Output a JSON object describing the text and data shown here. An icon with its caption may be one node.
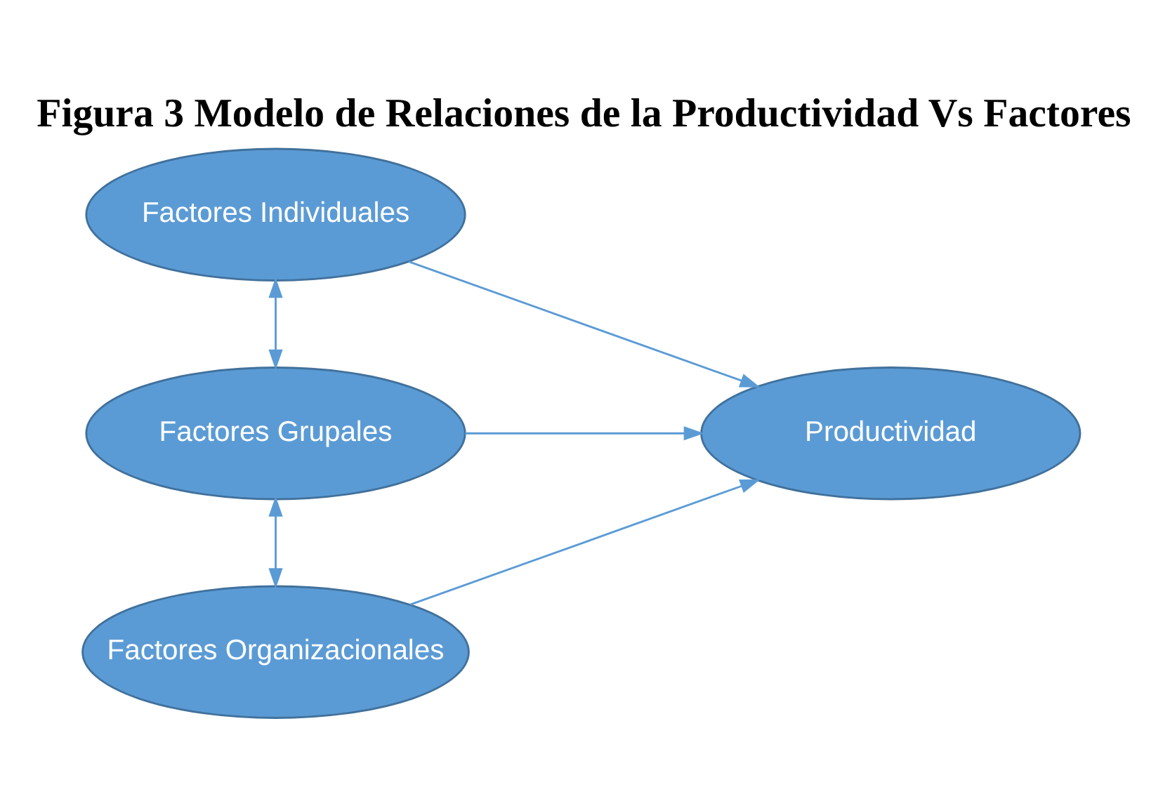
{
  "diagram": {
    "title": "Figura 3 Modelo de Relaciones de la Productividad Vs Factores",
    "nodes": [
      {
        "text": [
          "Factores Individuales"
        ]
      },
      {
        "text": [
          "Factores Grupales"
        ]
      },
      {
        "text": [
          "Factores Organizacionales"
        ]
      },
      {
        "text": [
          "Productividad"
        ]
      }
    ],
    "edges": [
      {
        "from": 0,
        "to": 3,
        "arrow": "to"
      },
      {
        "from": 1,
        "to": 3,
        "arrow": "to"
      },
      {
        "from": 2,
        "to": 3,
        "arrow": "to"
      },
      {
        "from": 0,
        "to": 1,
        "arrow": "both"
      },
      {
        "from": 1,
        "to": 2,
        "arrow": "both"
      }
    ]
  }
}
